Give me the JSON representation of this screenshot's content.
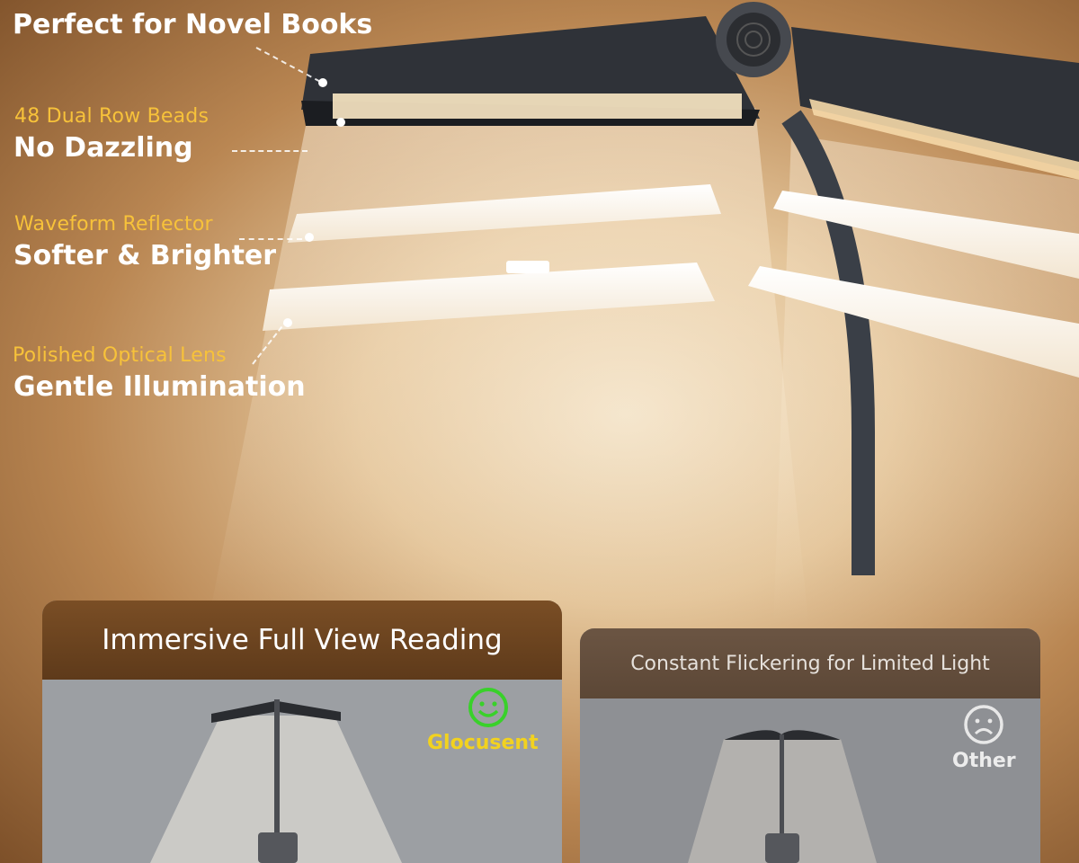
{
  "callouts": [
    {
      "highlight": "",
      "title": "Perfect for Novel Books"
    },
    {
      "highlight": "48 Dual Row Beads",
      "title": "No Dazzling"
    },
    {
      "highlight": "Waveform Reflector",
      "title": "Softer & Brighter"
    },
    {
      "highlight": "Polished Optical Lens",
      "title": "Gentle Illumination"
    }
  ],
  "comparison": {
    "left": {
      "title": "Immersive Full View Reading",
      "brand": "Glocusent",
      "icon": "smile-icon",
      "accent": "#f2d21f",
      "icon_color": "#39d12a"
    },
    "right": {
      "title": "Constant Flickering for Limited Light",
      "brand": "Other",
      "icon": "frown-icon"
    }
  }
}
